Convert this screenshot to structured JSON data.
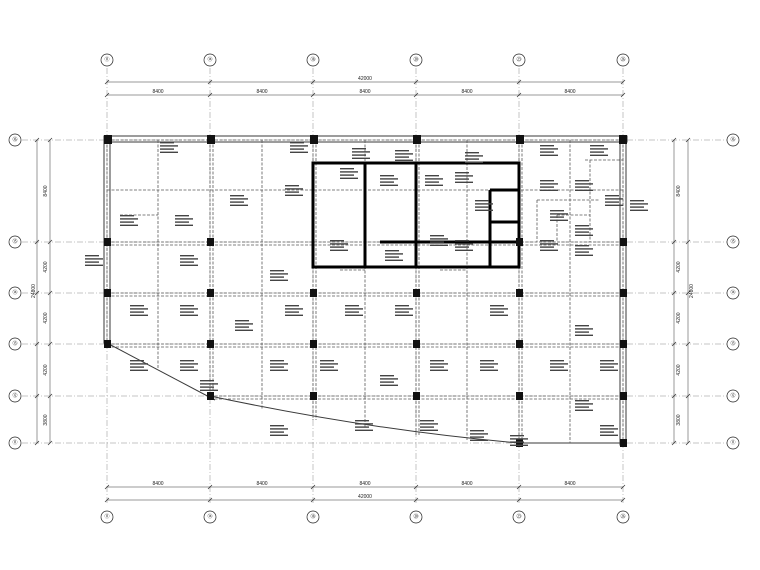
{
  "axes": {
    "vertical_labels": [
      "⑪",
      "⑭",
      "⑱",
      "⑳",
      "㉓",
      "㉖"
    ],
    "horizontal_labels": [
      "⑯",
      "⑮",
      "⑭",
      "⑬",
      "⑫",
      "⑪"
    ]
  },
  "dimensions": {
    "top_spans": [
      "8400",
      "8400",
      "8400",
      "8400",
      "8400"
    ],
    "top_total": "42000",
    "bottom_spans": [
      "8400",
      "8400",
      "8400",
      "8400",
      "8400"
    ],
    "bottom_total": "42000",
    "left_spans": [
      "8400",
      "4200",
      "4200",
      "4200",
      "3800"
    ],
    "left_total": "24800",
    "right_spans": [
      "8400",
      "4200",
      "4200",
      "4200",
      "3800"
    ],
    "right_total": "24800"
  }
}
